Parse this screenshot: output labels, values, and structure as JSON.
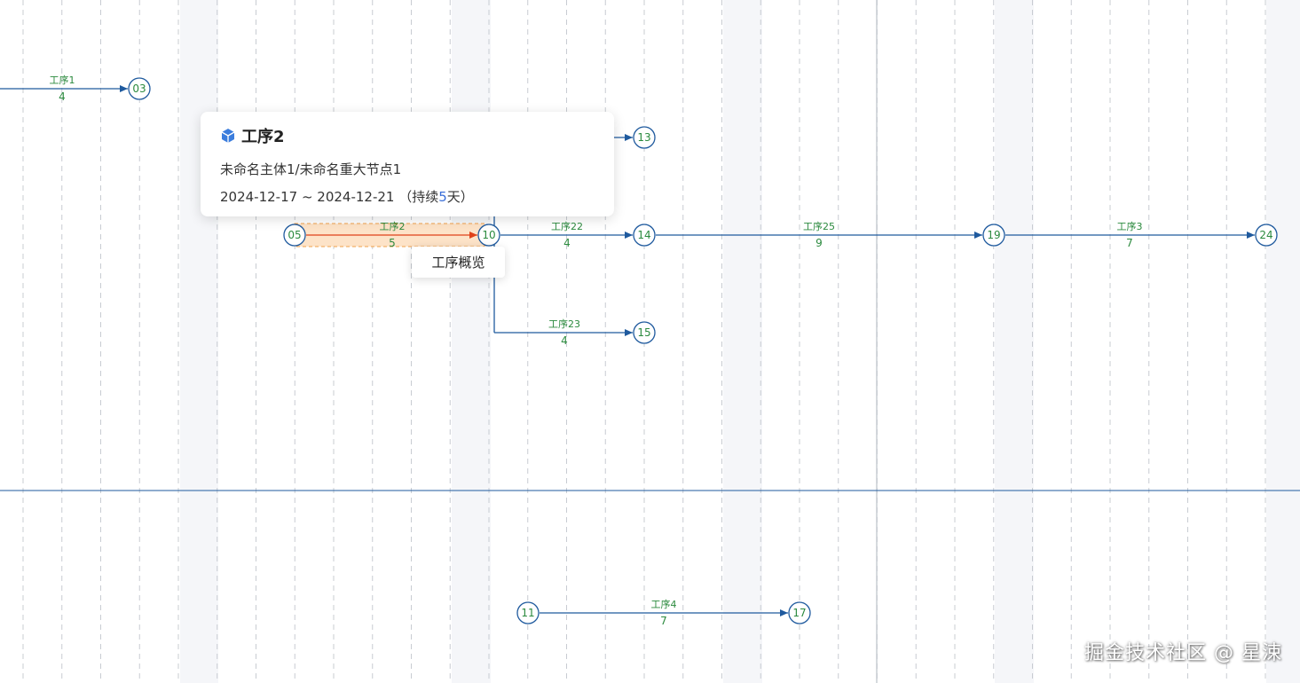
{
  "nodes": [
    {
      "id": "03",
      "label": "03"
    },
    {
      "id": "13",
      "label": "13"
    },
    {
      "id": "05",
      "label": "05"
    },
    {
      "id": "10",
      "label": "10"
    },
    {
      "id": "14",
      "label": "14"
    },
    {
      "id": "19",
      "label": "19"
    },
    {
      "id": "24",
      "label": "24"
    },
    {
      "id": "15",
      "label": "15"
    },
    {
      "id": "11",
      "label": "11"
    },
    {
      "id": "17",
      "label": "17"
    }
  ],
  "edges": [
    {
      "name": "工序1",
      "duration": "4",
      "to": "03"
    },
    {
      "name": "工序2",
      "duration": "5",
      "from": "05",
      "to": "10",
      "highlighted": true
    },
    {
      "name": "工序22",
      "duration": "4",
      "from": "10",
      "to": "14"
    },
    {
      "name": "工序25",
      "duration": "9",
      "from": "14",
      "to": "19"
    },
    {
      "name": "工序3",
      "duration": "7",
      "from": "19",
      "to": "24"
    },
    {
      "name": "工序23",
      "duration": "4",
      "from": "10",
      "to": "15"
    },
    {
      "name": "工序4",
      "duration": "7",
      "from": "11",
      "to": "17"
    },
    {
      "name": "",
      "duration": "",
      "to": "13"
    }
  ],
  "tooltip": {
    "title": "工序2",
    "icon": "cube-icon",
    "path": "未命名主体1/未命名重大节点1",
    "date_range": "2024-12-17 ~ 2024-12-21",
    "duration_prefix": "（持续",
    "duration_value": "5",
    "duration_suffix": "天）"
  },
  "context_menu": {
    "item": "工序概览"
  },
  "watermark": "掘金技术社区 @ 星涑",
  "colors": {
    "node_stroke": "#1f5a9e",
    "edge": "#1f5a9e",
    "label": "#2b8a3e",
    "highlight_fill": "#fde3c8",
    "highlight_border": "#f0a04b",
    "highlight_arrow": "#e0421a",
    "grid_dash": "#c8ccd2",
    "band": "#f5f6f9"
  }
}
